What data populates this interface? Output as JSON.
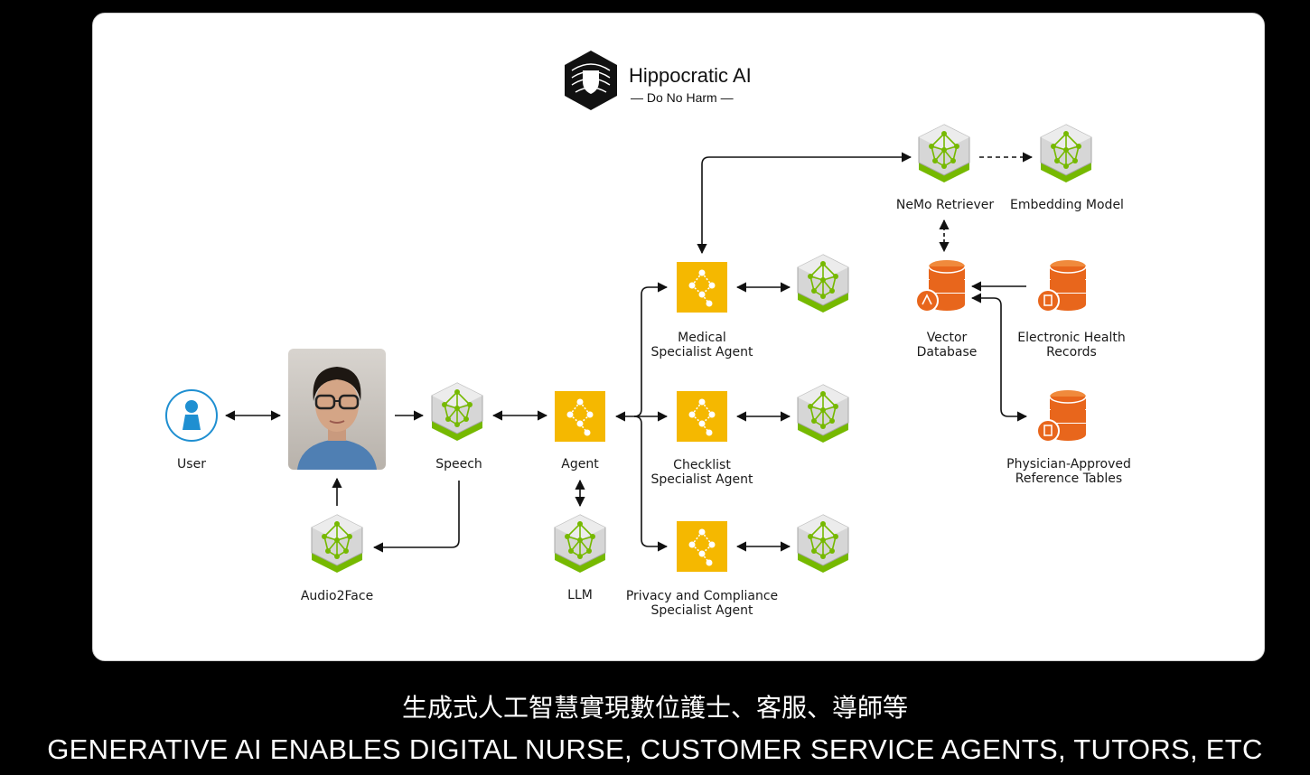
{
  "brand": {
    "name": "Hippocratic AI",
    "tagline": "— Do No Harm —"
  },
  "nodes": {
    "user": "User",
    "speech": "Speech",
    "agent": "Agent",
    "audio2face": "Audio2Face",
    "llm": "LLM",
    "medical_agent": "Medical\nSpecialist Agent",
    "checklist_agent": "Checklist\nSpecialist Agent",
    "privacy_agent": "Privacy and Compliance\nSpecialist Agent",
    "nemo_retriever": "NeMo Retriever",
    "embedding_model": "Embedding Model",
    "vector_db": "Vector\nDatabase",
    "ehr": "Electronic Health\nRecords",
    "reference_tables": "Physician-Approved\nReference Tables"
  },
  "captions": {
    "zh": "生成式人工智慧實現數位護士、客服、導師等",
    "en": "GENERATIVE AI ENABLES DIGITAL NURSE, CUSTOMER SERVICE AGENTS, TUTORS, ETC"
  },
  "colors": {
    "nim_green": "#76b900",
    "nim_gray": "#bdbdbd",
    "agent_yellow": "#f5b800",
    "db_orange": "#e8661c",
    "user_blue": "#1f8fd1"
  }
}
